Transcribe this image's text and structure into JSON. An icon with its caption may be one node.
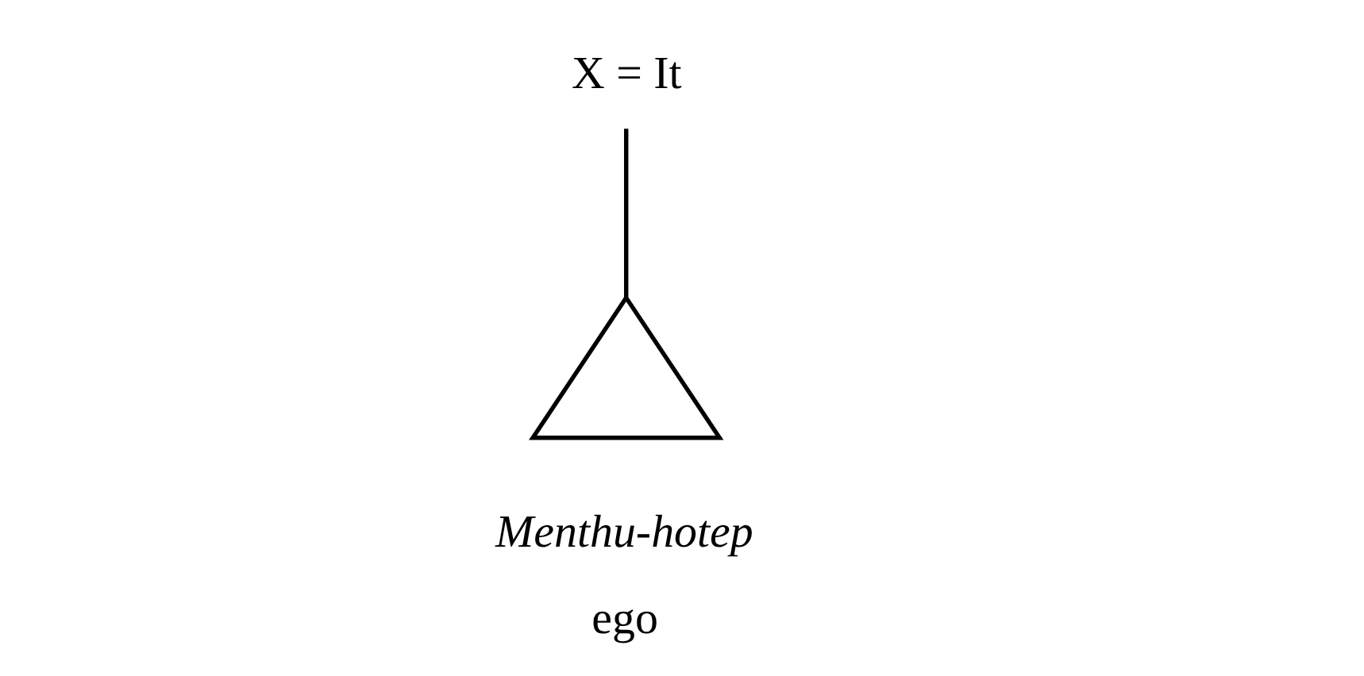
{
  "diagram": {
    "nodes": [
      {
        "text": [
          "X = It"
        ]
      },
      {
        "text": [],
        "shape": "triangle",
        "beside": [
          "Menthu-hotep",
          "ego"
        ]
      }
    ],
    "edges": [
      {
        "from": 0,
        "to": 1,
        "arrow": "none"
      }
    ]
  }
}
